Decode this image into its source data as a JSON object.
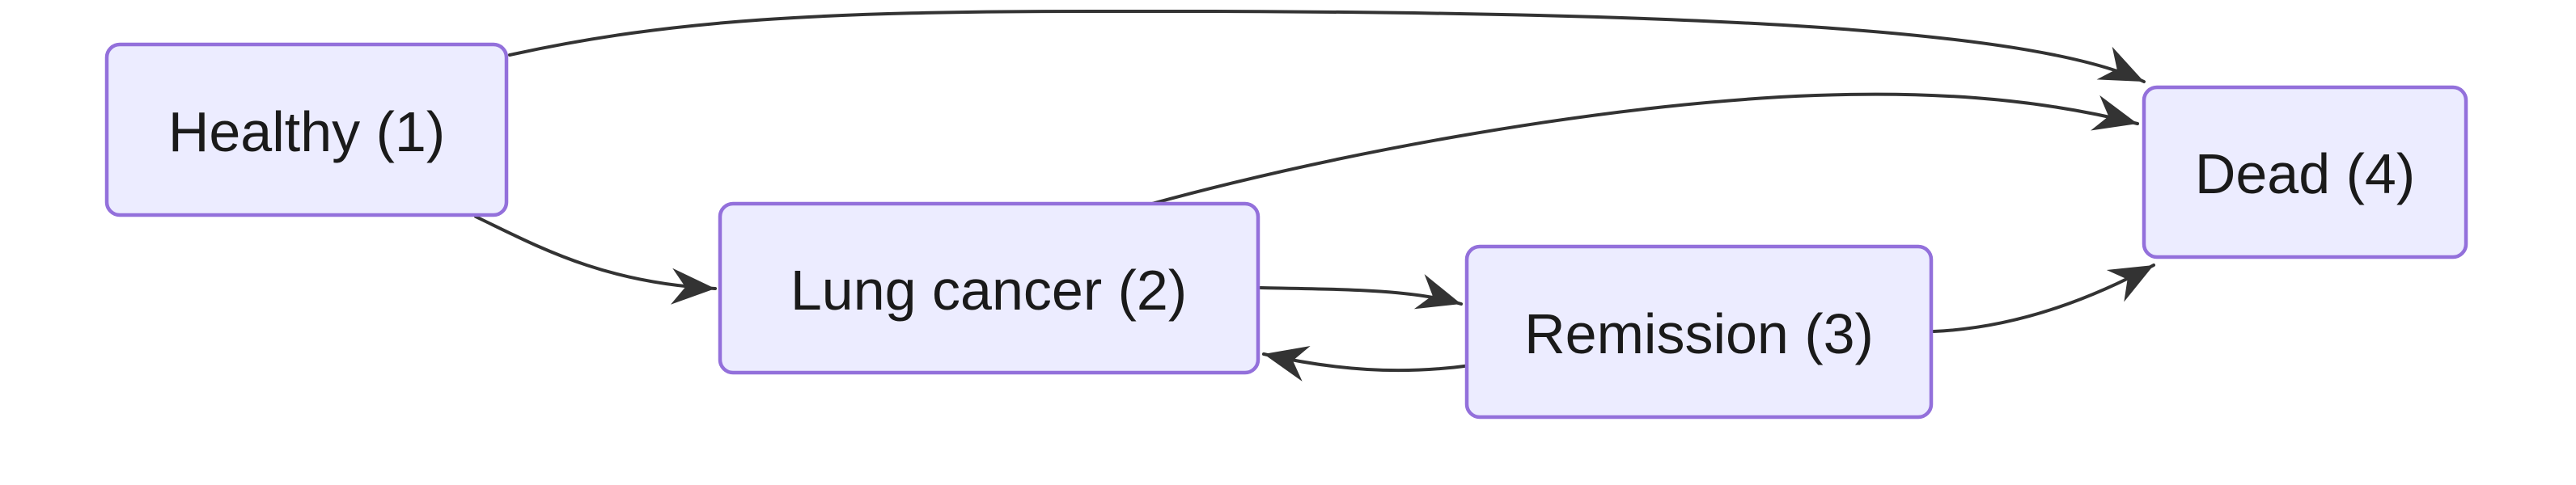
{
  "diagram": {
    "type": "state-transition-diagram",
    "background": "#FFFFFF",
    "colors": {
      "node_fill": "#ECECFF",
      "node_border": "#9370DB",
      "edge": "#333333",
      "text": "#1A1A1A"
    },
    "nodes": [
      {
        "id": "1",
        "label": "Healthy (1)"
      },
      {
        "id": "2",
        "label": "Lung cancer (2)"
      },
      {
        "id": "3",
        "label": "Remission (3)"
      },
      {
        "id": "4",
        "label": "Dead (4)"
      }
    ],
    "edges": [
      {
        "from": "Healthy (1)",
        "to": "Dead (4)"
      },
      {
        "from": "Healthy (1)",
        "to": "Lung cancer (2)"
      },
      {
        "from": "Lung cancer (2)",
        "to": "Dead (4)"
      },
      {
        "from": "Lung cancer (2)",
        "to": "Remission (3)"
      },
      {
        "from": "Remission (3)",
        "to": "Lung cancer (2)"
      },
      {
        "from": "Remission (3)",
        "to": "Dead (4)"
      }
    ]
  }
}
